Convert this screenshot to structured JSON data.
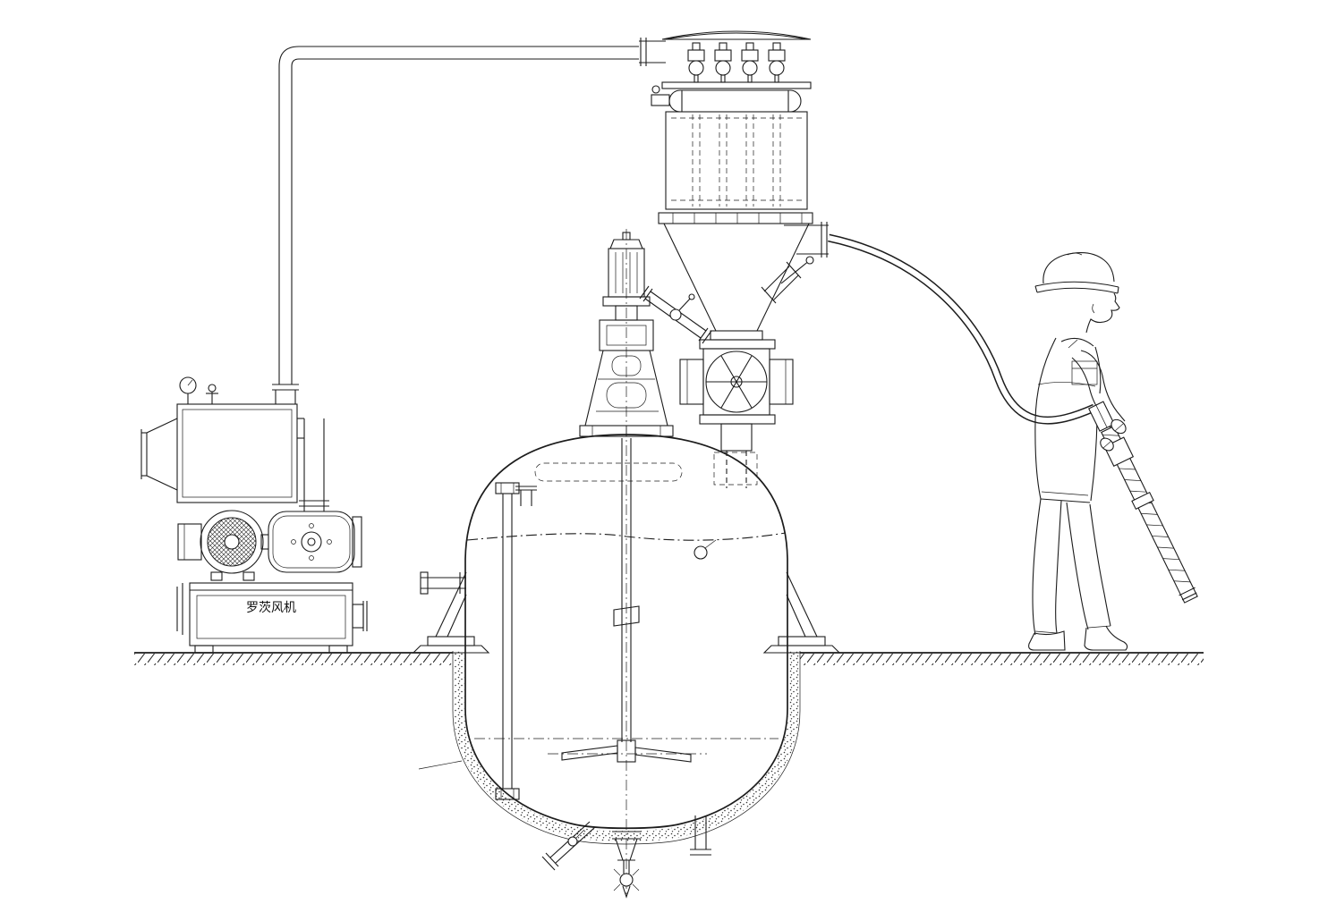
{
  "diagram": {
    "labels": {
      "blower_label": "罗茨风机"
    },
    "colors": {
      "line": "#1c1c1c",
      "background": "#ffffff"
    },
    "components": [
      "vacuum-pipe",
      "dust-collector",
      "pulse-valves",
      "filter-bags",
      "cone-hopper",
      "rotary-airlock-valve",
      "reaction-kettle",
      "agitator-drive",
      "agitator-shaft",
      "impeller",
      "bottom-outlet-valve",
      "roots-blower",
      "silencer-box",
      "pressure-gauge",
      "blower-motor",
      "flexible-suction-hose",
      "worker",
      "suction-lance",
      "ground-line"
    ]
  }
}
